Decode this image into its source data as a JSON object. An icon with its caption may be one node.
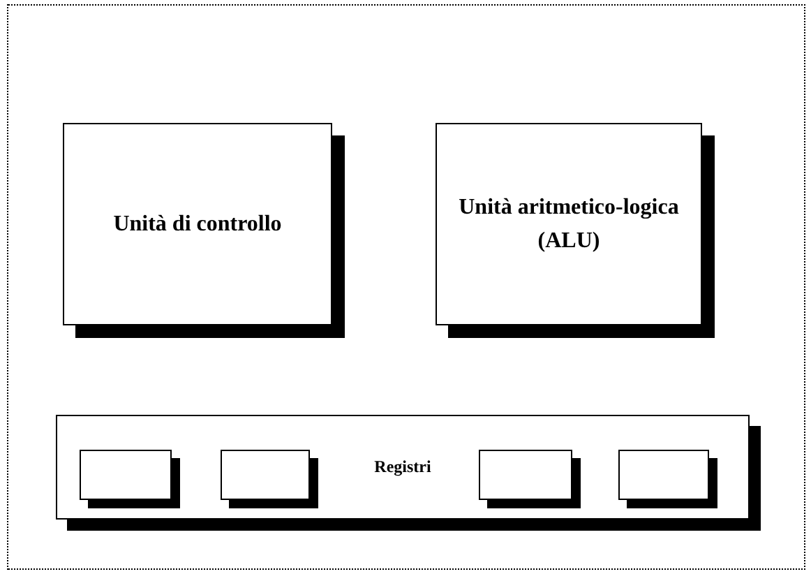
{
  "diagram": {
    "nodes": [
      {
        "text": [],
        "shape": "box"
      },
      {
        "text": [
          "Unità di controllo"
        ],
        "in": 0
      },
      {
        "text": [
          "Unità aritmetico-logica (ALU)"
        ],
        "in": 0
      },
      {
        "text": [
          "Registri"
        ],
        "in": 0
      },
      {
        "text": [],
        "shape": "box",
        "in": 3
      },
      {
        "text": [],
        "shape": "box",
        "in": 3
      },
      {
        "text": [],
        "shape": "box",
        "in": 3
      },
      {
        "text": [],
        "shape": "box",
        "in": 3
      }
    ]
  }
}
